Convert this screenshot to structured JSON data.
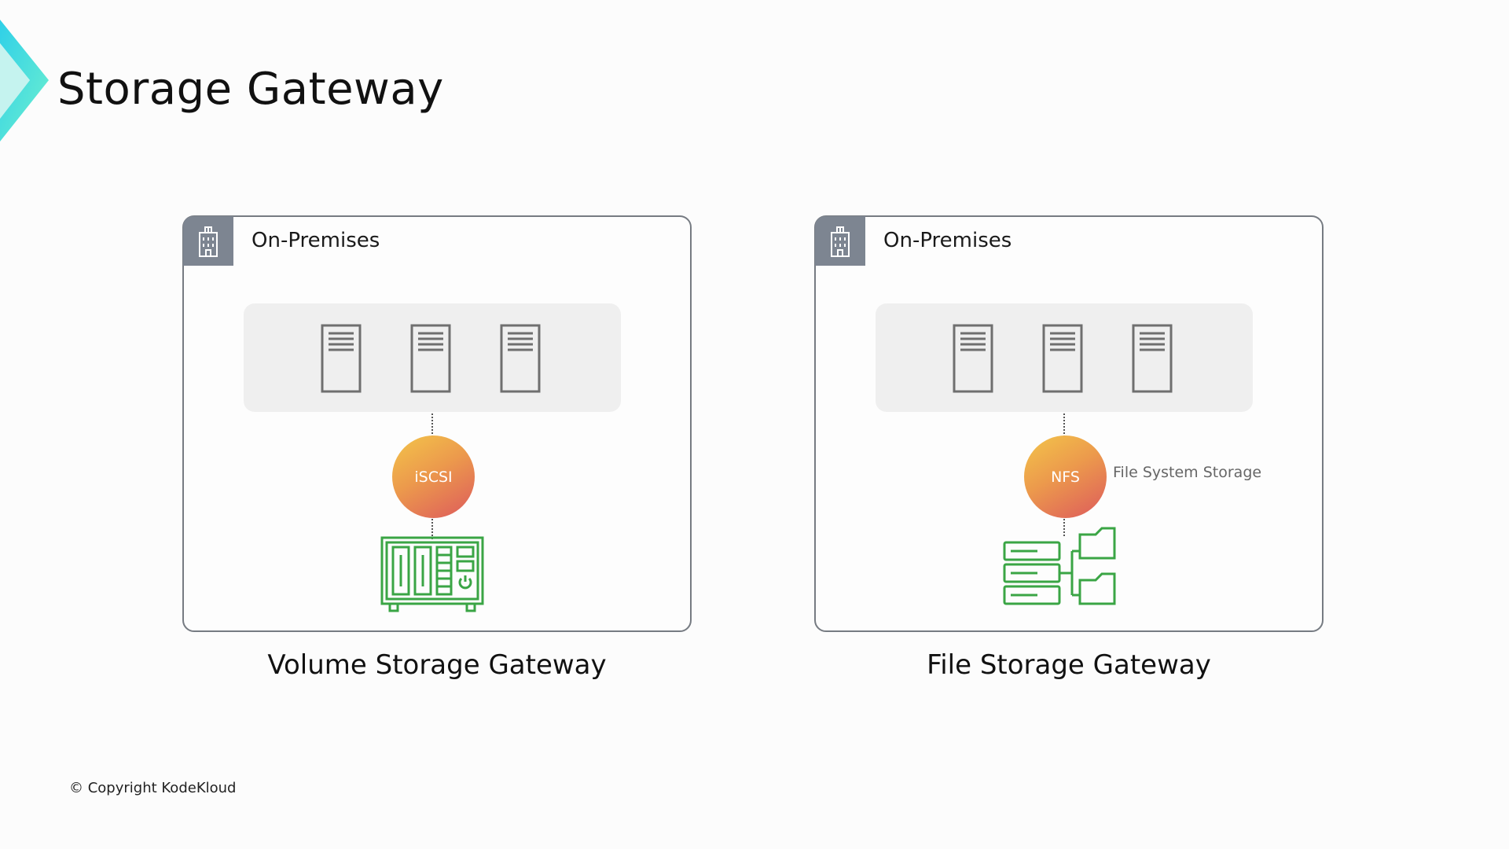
{
  "slide": {
    "title": "Storage Gateway",
    "copyright": "© Copyright KodeKloud",
    "logo_icon": "kodekloud-chevron-icon"
  },
  "panels": [
    {
      "environment_label": "On-Premises",
      "environment_icon": "office-building-icon",
      "server_icon": "server-icon",
      "server_count": 3,
      "protocol": "iSCSI",
      "side_note": "",
      "device_icon": "volume-gateway-icon",
      "caption": "Volume Storage Gateway"
    },
    {
      "environment_label": "On-Premises",
      "environment_icon": "office-building-icon",
      "server_icon": "server-icon",
      "server_count": 3,
      "protocol": "NFS",
      "side_note": "File System Storage",
      "device_icon": "file-gateway-icon",
      "caption": "File Storage Gateway"
    }
  ],
  "colors": {
    "panel_border": "#767b82",
    "env_tab": "#7d8591",
    "server_group_bg": "#efefef",
    "protocol_gradient": [
      "#f3c54a",
      "#ec9a4c",
      "#dd5a5c"
    ],
    "device_green": "#3aa545",
    "logo_gradient": [
      "#6ef0cf",
      "#2fd0e8"
    ]
  }
}
